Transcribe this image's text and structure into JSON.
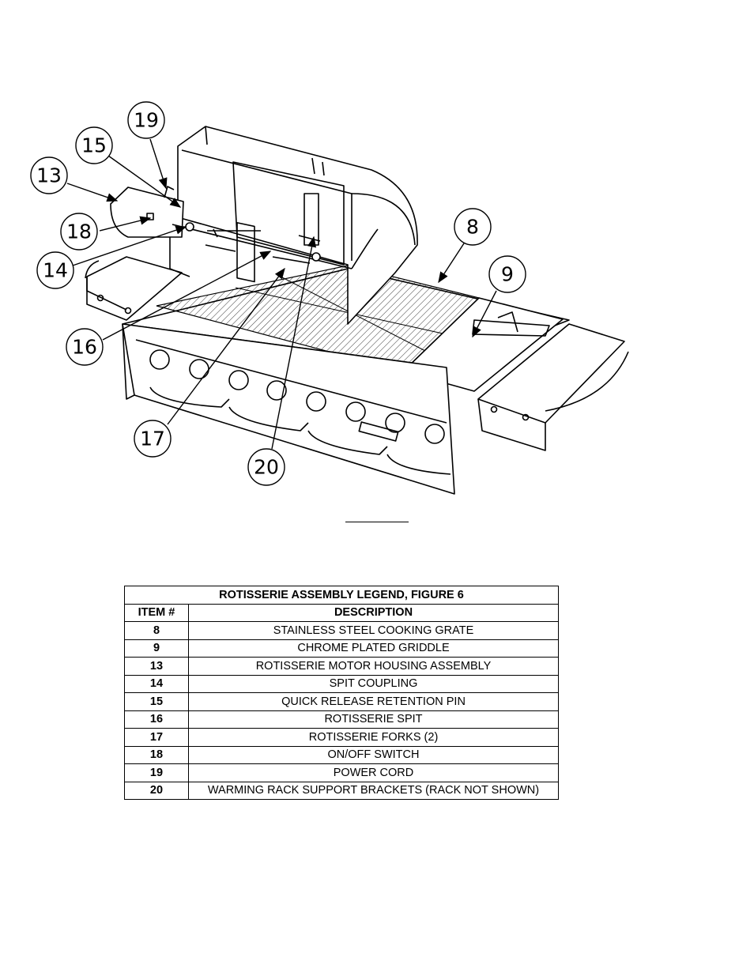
{
  "callouts": [
    "19",
    "15",
    "13",
    "18",
    "14",
    "16",
    "17",
    "20",
    "8",
    "9"
  ],
  "legend": {
    "title": "ROTISSERIE ASSEMBLY LEGEND, FIGURE 6",
    "header_item": "ITEM #",
    "header_description": "DESCRIPTION",
    "rows": [
      {
        "item": "8",
        "description": "STAINLESS STEEL COOKING GRATE"
      },
      {
        "item": "9",
        "description": "CHROME PLATED GRIDDLE"
      },
      {
        "item": "13",
        "description": "ROTISSERIE MOTOR HOUSING ASSEMBLY"
      },
      {
        "item": "14",
        "description": "SPIT COUPLING"
      },
      {
        "item": "15",
        "description": "QUICK RELEASE RETENTION PIN"
      },
      {
        "item": "16",
        "description": "ROTISSERIE SPIT"
      },
      {
        "item": "17",
        "description": "ROTISSERIE FORKS (2)"
      },
      {
        "item": "18",
        "description": "ON/OFF SWITCH"
      },
      {
        "item": "19",
        "description": "POWER CORD"
      },
      {
        "item": "20",
        "description": "WARMING RACK SUPPORT BRACKETS (RACK NOT SHOWN)"
      }
    ]
  }
}
